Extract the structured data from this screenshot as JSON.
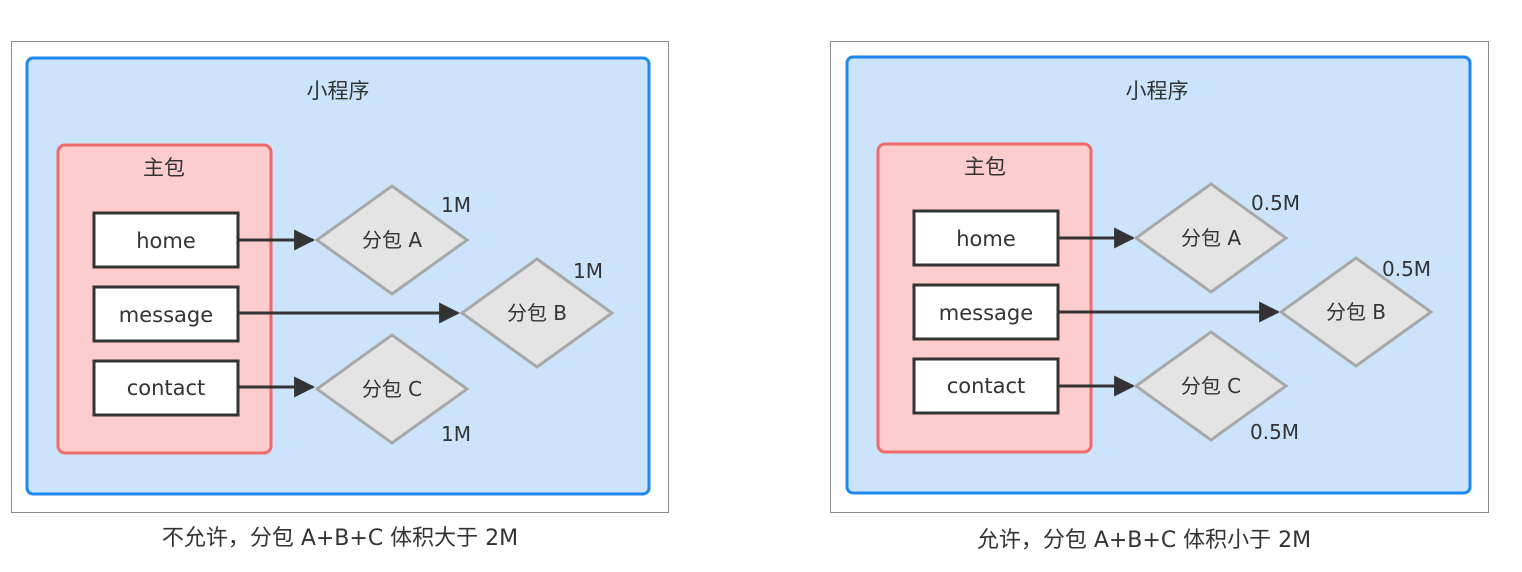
{
  "diagrams": [
    {
      "app_label": "小程序",
      "main_package_label": "主包",
      "pages": [
        "home",
        "message",
        "contact"
      ],
      "subpackages": [
        {
          "label": "分包 A",
          "size": "1M"
        },
        {
          "label": "分包 B",
          "size": "1M"
        },
        {
          "label": "分包 C",
          "size": "1M"
        }
      ],
      "caption": "不允许，分包 A+B+C 体积大于 2M"
    },
    {
      "app_label": "小程序",
      "main_package_label": "主包",
      "pages": [
        "home",
        "message",
        "contact"
      ],
      "subpackages": [
        {
          "label": "分包 A",
          "size": "0.5M"
        },
        {
          "label": "分包 B",
          "size": "0.5M"
        },
        {
          "label": "分包 C",
          "size": "0.5M"
        }
      ],
      "caption": "允许，分包 A+B+C 体积小于 2M"
    }
  ],
  "colors": {
    "app_border": "#1e88f0",
    "app_fill": "#cce4fb",
    "main_border": "#f06a6a",
    "main_fill": "#fdcccc",
    "page_border": "#333333",
    "page_fill": "#ffffff",
    "diamond_border": "#a8a8a8",
    "diamond_fill": "#e4e4e4",
    "arrow": "#333333"
  }
}
